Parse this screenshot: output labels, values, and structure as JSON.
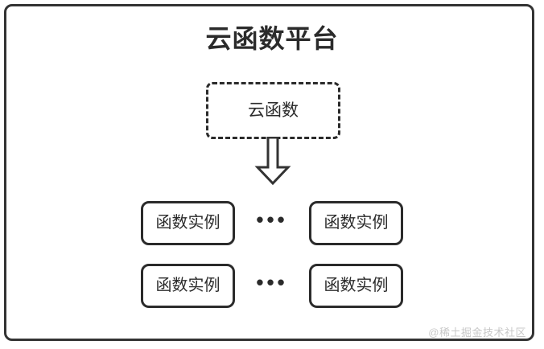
{
  "diagram": {
    "title": "云函数平台",
    "cloud_function": {
      "label": "云函数",
      "border_style": "dashed"
    },
    "arrow": {
      "icon": "down-block-arrow",
      "direction": "down"
    },
    "instance_rows": [
      {
        "left": {
          "label": "函数实例"
        },
        "ellipsis": "•••",
        "right": {
          "label": "函数实例"
        }
      },
      {
        "left": {
          "label": "函数实例"
        },
        "ellipsis": "•••",
        "right": {
          "label": "函数实例"
        }
      }
    ],
    "watermark": "@稀土掘金技术社区",
    "colors": {
      "stroke": "#2b2b2b",
      "frame": "#333333",
      "background": "#ffffff",
      "watermark": "#c8c8c8"
    }
  }
}
